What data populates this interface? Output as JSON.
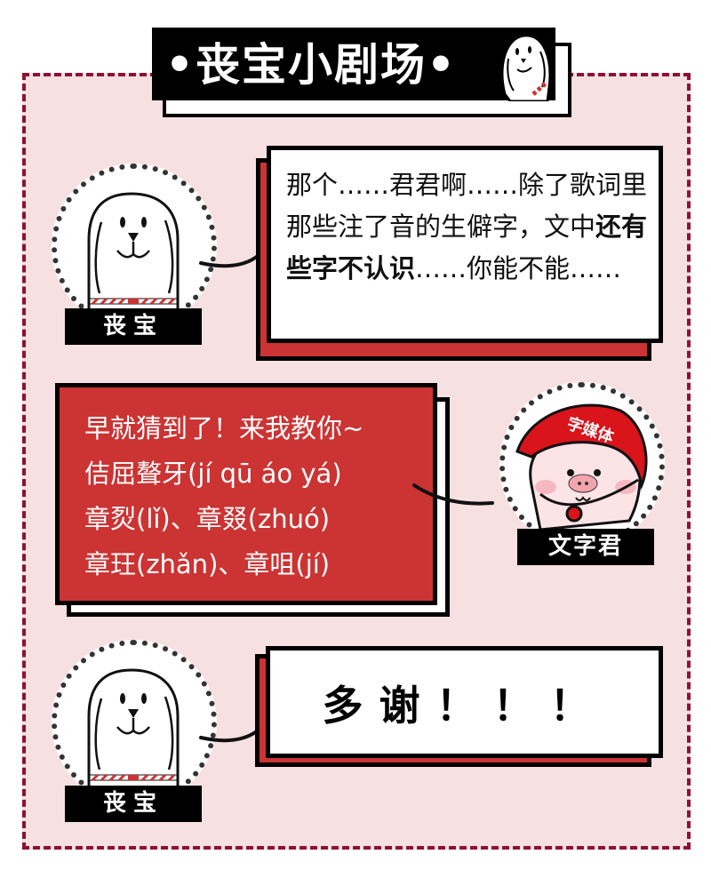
{
  "title": {
    "text": "•丧宝小剧场•",
    "mascot_icon": "dog-mascot-icon"
  },
  "characters": {
    "sangbao": {
      "name": "丧宝",
      "icon": "white-dog-avatar-icon"
    },
    "wenzijun": {
      "name": "文字君",
      "icon": "pig-with-red-helmet-avatar-icon",
      "helmet_text": "字媒体"
    }
  },
  "dialogue": [
    {
      "speaker": "丧宝",
      "side": "left",
      "text_parts": [
        {
          "text": "那个……君君啊……除了歌词里那些注了音的生僻字，文中",
          "bold": false
        },
        {
          "text": "还有些字不认识",
          "bold": true
        },
        {
          "text": "……你能不能……",
          "bold": false
        }
      ]
    },
    {
      "speaker": "文字君",
      "side": "right",
      "lines": [
        "早就猜到了！来我教你~",
        "佶屈聱牙(jí qū áo yá)",
        "章烮(lǐ)、章叕(zhuó)",
        "章玨(zhǎn)、章咀(jí)"
      ]
    },
    {
      "speaker": "丧宝",
      "side": "left",
      "text": "多谢！！！"
    }
  ],
  "colors": {
    "frame_background": "#f7e0e1",
    "frame_border": "#8e1035",
    "accent_red": "#cc3333",
    "black": "#000000",
    "white": "#ffffff"
  }
}
